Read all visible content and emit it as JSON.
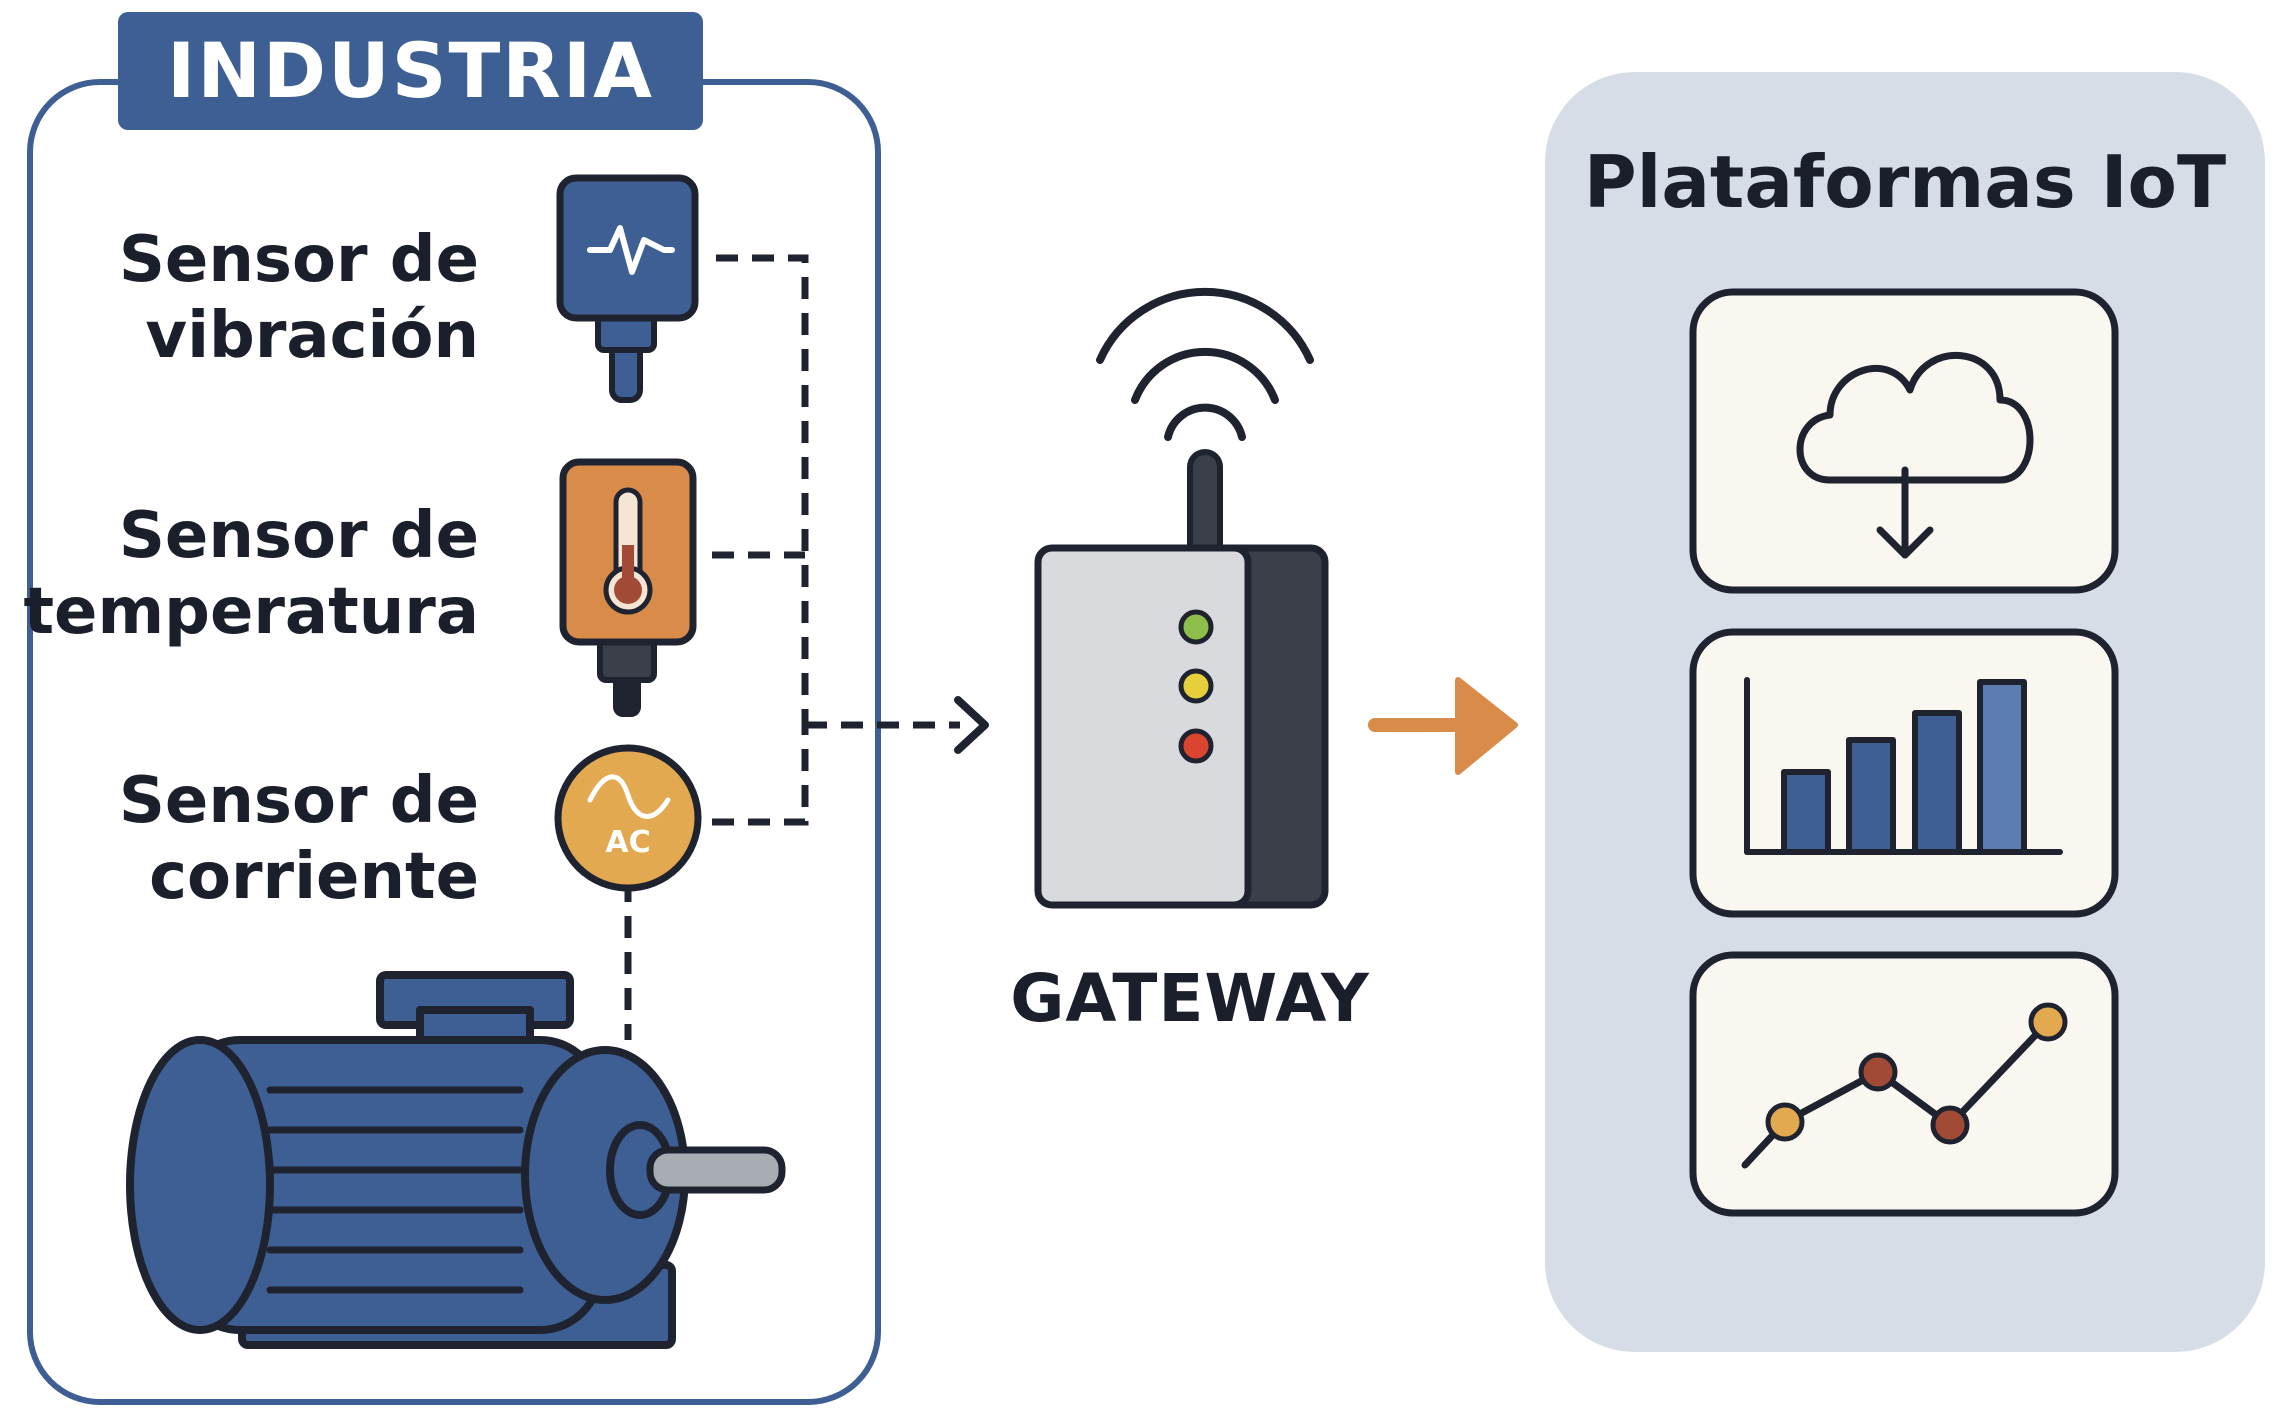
{
  "industria": {
    "title": "INDUSTRIA",
    "sensors": [
      {
        "line1": "Sensor de",
        "line2": "vibración",
        "icon": "vibration-sensor-icon"
      },
      {
        "line1": "Sensor de",
        "line2": "temperatura",
        "icon": "temperature-sensor-icon"
      },
      {
        "line1": "Sensor de",
        "line2": "corriente",
        "icon": "current-sensor-icon",
        "badge": "AC"
      }
    ],
    "machine_icon": "electric-motor-icon"
  },
  "gateway": {
    "label": "GATEWAY",
    "icon": "gateway-router-icon"
  },
  "platform": {
    "title": "Plataformas IoT",
    "cards": [
      "cloud-download-icon",
      "bar-chart-icon",
      "line-chart-icon"
    ]
  },
  "colors": {
    "navy": "#3e5f93",
    "outline": "#1f2330",
    "orange": "#d98c4a",
    "gold": "#e3a951",
    "platform_bg": "#d6dde6",
    "card_bg": "#faf7f1",
    "led_green": "#8dbf4a",
    "led_yellow": "#e6cf3a",
    "led_red": "#d9452e"
  }
}
